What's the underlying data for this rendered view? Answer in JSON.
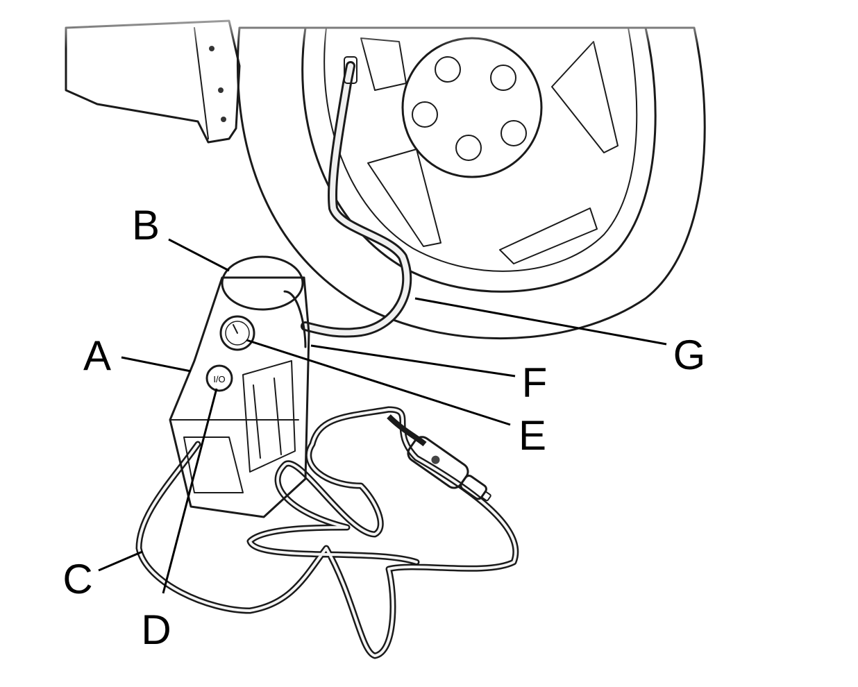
{
  "figure": {
    "callouts": [
      {
        "id": "A",
        "label": "A"
      },
      {
        "id": "B",
        "label": "B"
      },
      {
        "id": "C",
        "label": "C"
      },
      {
        "id": "D",
        "label": "D"
      },
      {
        "id": "E",
        "label": "E"
      },
      {
        "id": "F",
        "label": "F"
      },
      {
        "id": "G",
        "label": "G"
      }
    ],
    "switch_text": "I/O"
  }
}
